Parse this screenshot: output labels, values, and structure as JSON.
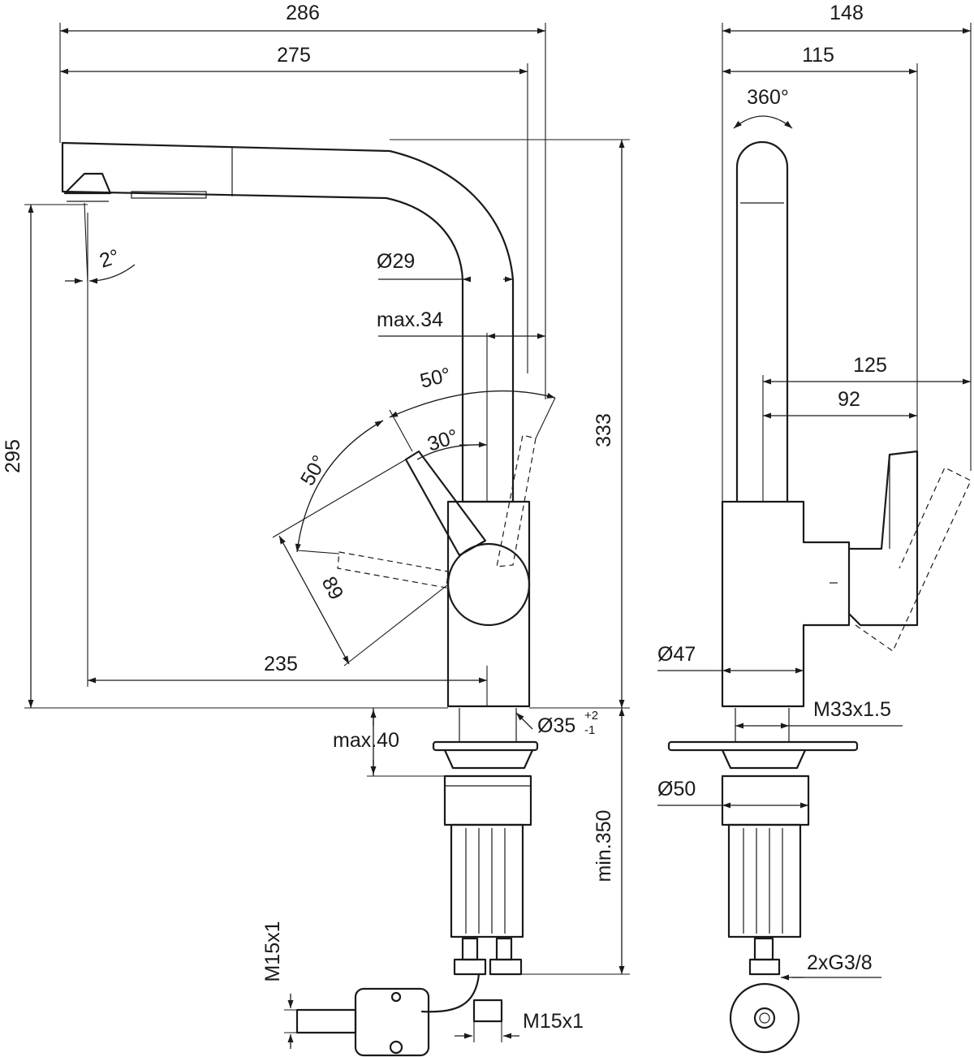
{
  "dimensions": {
    "overall_width": "286",
    "spout_reach": "275",
    "spout_diameter": "Ø29",
    "lever_clearance": "max.34",
    "lever_angle_back": "50°",
    "lever_angle_front": "30°",
    "lever_angle_side": "50°",
    "lever_length": "89",
    "outlet_to_body": "235",
    "outlet_height": "295",
    "total_height": "333",
    "spray_angle": "2°",
    "deck_thickness": "max.40",
    "hole_diameter": "Ø35",
    "hole_tol_plus": "+2",
    "hole_tol_minus": "-1",
    "min_clearance": "min.350",
    "hose_thread_vertical": "M15x1",
    "hose_thread_horizontal": "M15x1",
    "side_width": "148",
    "side_depth": "115",
    "swivel": "360°",
    "handle_reach": "125",
    "handle_offset": "92",
    "body_diameter": "Ø47",
    "thread": "M33x1.5",
    "base_diameter": "Ø50",
    "connections": "2xG3/8"
  }
}
